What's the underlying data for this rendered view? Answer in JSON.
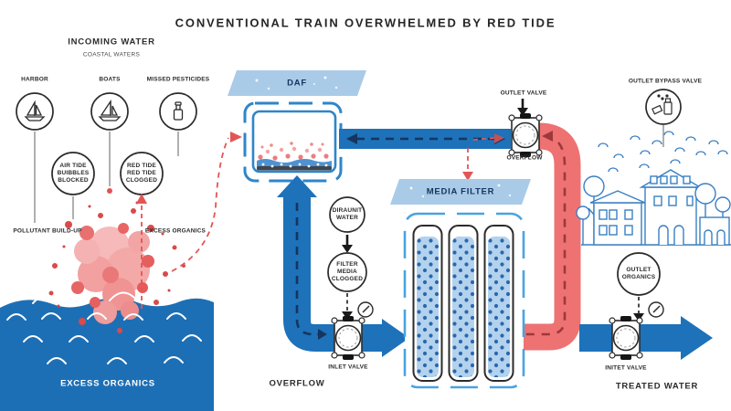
{
  "title": "CONVENTIONAL TRAIN OVERWHELMED BY RED TIDE",
  "incoming": {
    "heading": "INCOMING WATER",
    "subheading": "COASTAL WATERS",
    "sources": [
      {
        "label": "HARBOR",
        "icon": "sailboat-icon"
      },
      {
        "label": "BOATS",
        "icon": "sailboat-icon"
      },
      {
        "label": "MISSED PESTICIDES",
        "icon": "pesticide-bottle-icon"
      }
    ],
    "pollutant_label": "POLLUTANT BUILD-UP",
    "excess_label": "EXCESS ORGANICS"
  },
  "problems": {
    "air_tide": "AIR TIDE\nBUIBBLES\nBLOCKED",
    "red_tide": "RED TIDE\nRED TIDE\nCLOGGED",
    "diraunit": "DIRAUNIT\nWATER",
    "filter_media": "FILTER\nMEDIA\nCLOGGED",
    "outlet_organics": "OUTLET\nORGANICS"
  },
  "ocean": {
    "label": "EXCESS ORGANICS"
  },
  "daf": {
    "banner": "DAF"
  },
  "media_filter": {
    "banner": "MEDIA FILTER"
  },
  "valves": {
    "inlet": "INLET VALVE",
    "outlet": "OUTLET VALVE",
    "outlet_sub": "OVERFLOW",
    "initet": "INITET VALVE",
    "bypass": "OUTLET BYPASS VALVE"
  },
  "flow": {
    "overflow": "OVERFLOW",
    "treated": "TREATED WATER"
  },
  "colors": {
    "pipe_blue": "#1d72ba",
    "pipe_red": "#ee7272",
    "banner_blue": "#a9cbe8",
    "ocean_blue": "#1d6fb5",
    "dash_navy": "#16355e",
    "dash_dark_red": "#9e383c",
    "accent_red": "#e25555"
  }
}
